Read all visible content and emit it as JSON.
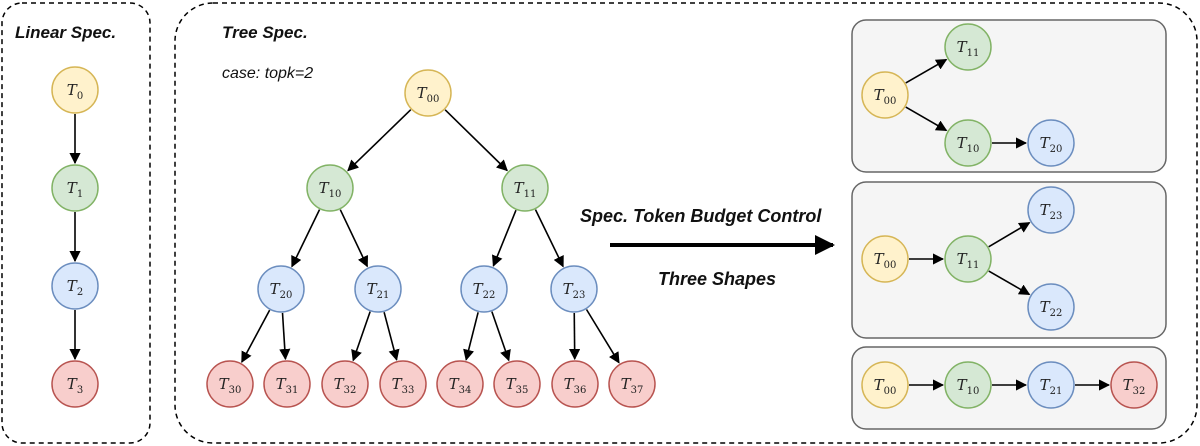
{
  "linear": {
    "title": "Linear Spec.",
    "nodes": [
      {
        "id": "l0",
        "sub": "0",
        "color": "yellow"
      },
      {
        "id": "l1",
        "sub": "1",
        "color": "green"
      },
      {
        "id": "l2",
        "sub": "2",
        "color": "blue"
      },
      {
        "id": "l3",
        "sub": "3",
        "color": "red"
      }
    ],
    "edges": [
      [
        "l0",
        "l1"
      ],
      [
        "l1",
        "l2"
      ],
      [
        "l2",
        "l3"
      ]
    ]
  },
  "tree": {
    "title": "Tree Spec.",
    "case_label": "case: topk=2",
    "nodes": [
      {
        "id": "t00",
        "sub": "00",
        "color": "yellow"
      },
      {
        "id": "t10",
        "sub": "10",
        "color": "green"
      },
      {
        "id": "t11",
        "sub": "11",
        "color": "green"
      },
      {
        "id": "t20",
        "sub": "20",
        "color": "blue"
      },
      {
        "id": "t21",
        "sub": "21",
        "color": "blue"
      },
      {
        "id": "t22",
        "sub": "22",
        "color": "blue"
      },
      {
        "id": "t23",
        "sub": "23",
        "color": "blue"
      },
      {
        "id": "t30",
        "sub": "30",
        "color": "red"
      },
      {
        "id": "t31",
        "sub": "31",
        "color": "red"
      },
      {
        "id": "t32",
        "sub": "32",
        "color": "red"
      },
      {
        "id": "t33",
        "sub": "33",
        "color": "red"
      },
      {
        "id": "t34",
        "sub": "34",
        "color": "red"
      },
      {
        "id": "t35",
        "sub": "35",
        "color": "red"
      },
      {
        "id": "t36",
        "sub": "36",
        "color": "red"
      },
      {
        "id": "t37",
        "sub": "37",
        "color": "red"
      }
    ],
    "edges": [
      [
        "t00",
        "t10"
      ],
      [
        "t00",
        "t11"
      ],
      [
        "t10",
        "t20"
      ],
      [
        "t10",
        "t21"
      ],
      [
        "t11",
        "t22"
      ],
      [
        "t11",
        "t23"
      ],
      [
        "t20",
        "t30"
      ],
      [
        "t20",
        "t31"
      ],
      [
        "t21",
        "t32"
      ],
      [
        "t21",
        "t33"
      ],
      [
        "t22",
        "t34"
      ],
      [
        "t22",
        "t35"
      ],
      [
        "t23",
        "t36"
      ],
      [
        "t23",
        "t37"
      ]
    ]
  },
  "middle": {
    "budget_label": "Spec. Token Budget Control",
    "shapes_label": "Three Shapes"
  },
  "shapes": [
    {
      "nodes": [
        {
          "id": "a00",
          "sub": "00",
          "color": "yellow"
        },
        {
          "id": "a11",
          "sub": "11",
          "color": "green"
        },
        {
          "id": "a10",
          "sub": "10",
          "color": "green"
        },
        {
          "id": "a20",
          "sub": "20",
          "color": "blue"
        }
      ],
      "edges": [
        [
          "a00",
          "a11"
        ],
        [
          "a00",
          "a10"
        ],
        [
          "a10",
          "a20"
        ]
      ]
    },
    {
      "nodes": [
        {
          "id": "b00",
          "sub": "00",
          "color": "yellow"
        },
        {
          "id": "b11",
          "sub": "11",
          "color": "green"
        },
        {
          "id": "b23",
          "sub": "23",
          "color": "blue"
        },
        {
          "id": "b22",
          "sub": "22",
          "color": "blue"
        }
      ],
      "edges": [
        [
          "b00",
          "b11"
        ],
        [
          "b11",
          "b23"
        ],
        [
          "b11",
          "b22"
        ]
      ]
    },
    {
      "nodes": [
        {
          "id": "c00",
          "sub": "00",
          "color": "yellow"
        },
        {
          "id": "c10",
          "sub": "10",
          "color": "green"
        },
        {
          "id": "c21",
          "sub": "21",
          "color": "blue"
        },
        {
          "id": "c32",
          "sub": "32",
          "color": "red"
        }
      ],
      "edges": [
        [
          "c00",
          "c10"
        ],
        [
          "c10",
          "c21"
        ],
        [
          "c21",
          "c32"
        ]
      ]
    }
  ],
  "node_letter": "T",
  "colors": {
    "yellow": {
      "fill": "#fff2cc",
      "stroke": "#d6b656"
    },
    "green": {
      "fill": "#d5e8d4",
      "stroke": "#82b366"
    },
    "blue": {
      "fill": "#dae8fc",
      "stroke": "#6c8ebf"
    },
    "red": {
      "fill": "#f8cecc",
      "stroke": "#b85450"
    }
  }
}
